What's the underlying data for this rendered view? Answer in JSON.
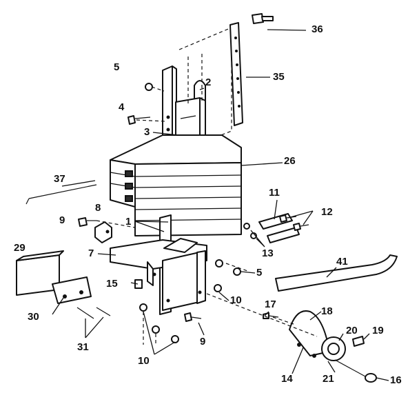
{
  "callouts": {
    "c1": "1",
    "c2": "2",
    "c3": "3",
    "c4": "4",
    "c5a": "5",
    "c5b": "5",
    "c7": "7",
    "c8": "8",
    "c9a": "9",
    "c9b": "9",
    "c10a": "10",
    "c10b": "10",
    "c11": "11",
    "c12": "12",
    "c13": "13",
    "c14": "14",
    "c15": "15",
    "c16": "16",
    "c17": "17",
    "c18": "18",
    "c19": "19",
    "c20": "20",
    "c21": "21",
    "c26": "26",
    "c29": "29",
    "c30": "30",
    "c31": "31",
    "c35": "35",
    "c36": "36",
    "c37": "37",
    "c41": "41"
  }
}
